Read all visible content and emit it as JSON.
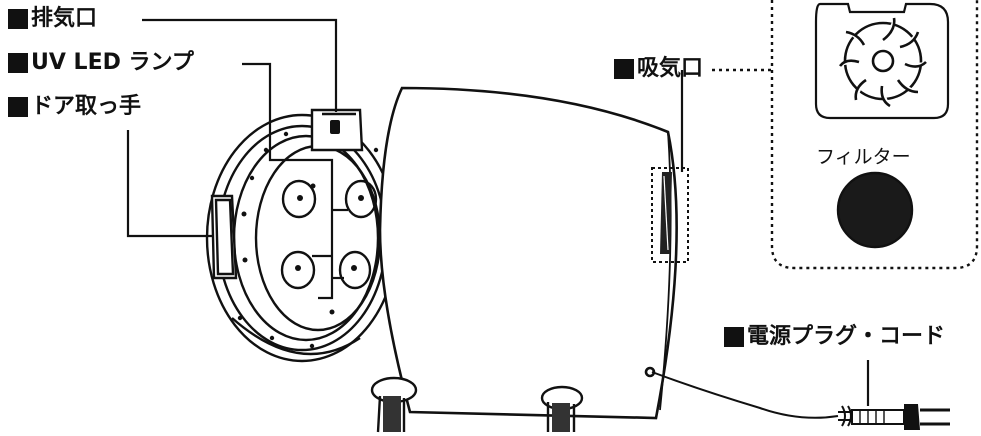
{
  "labels": {
    "exhaust": "排気口",
    "uv_lamp": "UV LED ランプ",
    "door_handle": "ドア取っ手",
    "intake": "吸気口",
    "filter": "フィルター",
    "power_cord": "電源プラグ・コード"
  }
}
